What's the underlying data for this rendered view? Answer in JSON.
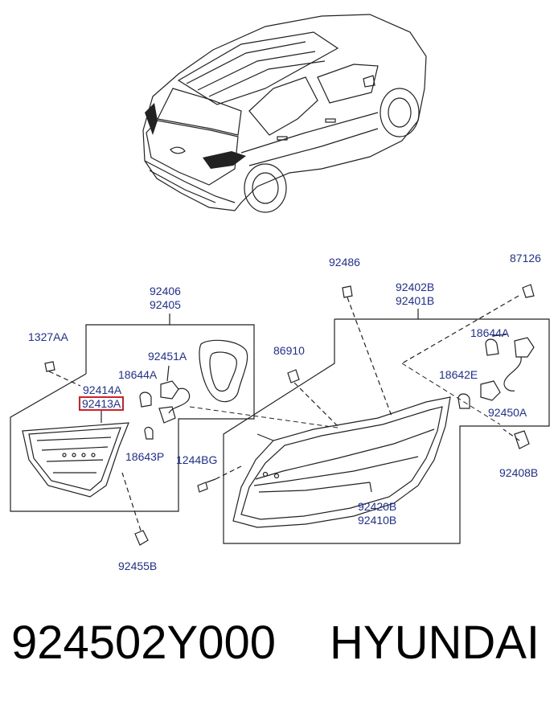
{
  "labels": {
    "l92486": "92486",
    "l87126": "87126",
    "l92406": "92406",
    "l92405": "92405",
    "l92402B": "92402B",
    "l92401B": "92401B",
    "l1327AA": "1327AA",
    "l92451A": "92451A",
    "l86910": "86910",
    "l18644A_left": "18644A",
    "l18644A_right": "18644A",
    "l92414A": "92414A",
    "l92413A": "92413A",
    "l18643P": "18643P",
    "l1244BG": "1244BG",
    "l18642E": "18642E",
    "l92450A": "92450A",
    "l92408B": "92408B",
    "l92420B": "92420B",
    "l92410B": "92410B",
    "l92455B": "92455B"
  },
  "highlight": {
    "label": "92413A",
    "color": "#d0202a"
  },
  "footer": {
    "part_number": "924502Y000",
    "brand": "HYUNDAI"
  },
  "colors": {
    "label_blue": "#1e2f9a",
    "line": "#222222"
  }
}
